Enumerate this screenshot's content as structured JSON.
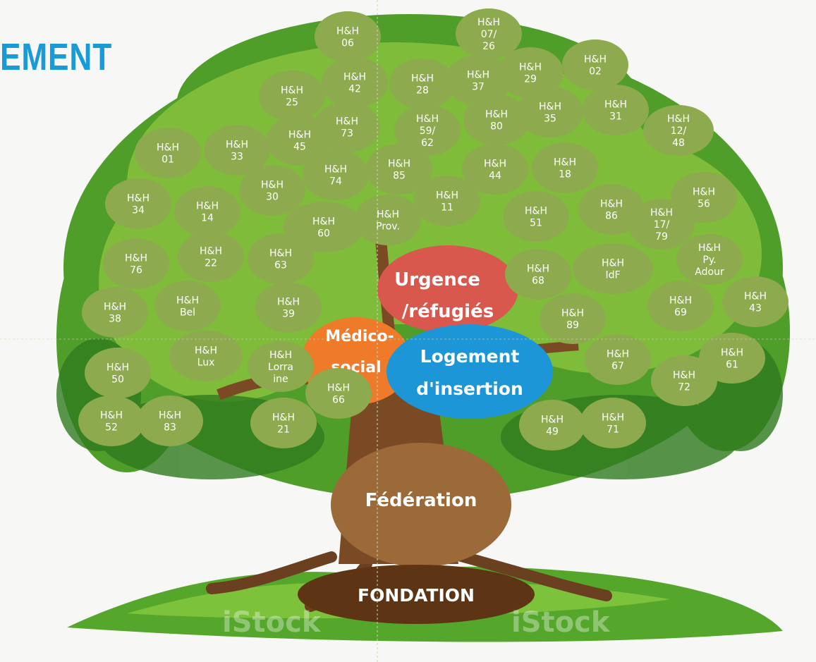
{
  "header": {
    "title": "EMENT"
  },
  "colors": {
    "title": "#1a9ad6",
    "node": "#8dab4e",
    "node_text": "#ffffff",
    "urgence": "#d8584e",
    "medico": "#ee7a2a",
    "logement": "#1d96d8",
    "federation": "#9c6a38",
    "fondation": "#5e3514"
  },
  "core": {
    "urgence": [
      "Urgence",
      "/réfugiés"
    ],
    "medico": [
      "Médico-",
      "social"
    ],
    "logement": [
      "Logement",
      "d'insertion"
    ],
    "federation": "Fédération",
    "fondation": "FONDATION"
  },
  "watermark": "iStock",
  "nodes": [
    [
      "H&H",
      "06"
    ],
    [
      "H&H",
      "07/",
      "26"
    ],
    [
      "H&H",
      "42"
    ],
    [
      "H&H",
      "28"
    ],
    [
      "H&H",
      "37"
    ],
    [
      "H&H",
      "29"
    ],
    [
      "H&H",
      "02"
    ],
    [
      "H&H",
      "25"
    ],
    [
      "H&H",
      "73"
    ],
    [
      "H&H",
      "59/",
      "62"
    ],
    [
      "H&H",
      "80"
    ],
    [
      "H&H",
      "35"
    ],
    [
      "H&H",
      "31"
    ],
    [
      "H&H",
      "12/",
      "48"
    ],
    [
      "H&H",
      "01"
    ],
    [
      "H&H",
      "33"
    ],
    [
      "H&H",
      "45"
    ],
    [
      "H&H",
      "74"
    ],
    [
      "H&H",
      "85"
    ],
    [
      "H&H",
      "44"
    ],
    [
      "H&H",
      "18"
    ],
    [
      "H&H",
      "34"
    ],
    [
      "H&H",
      "14"
    ],
    [
      "H&H",
      "30"
    ],
    [
      "H&H",
      "60"
    ],
    [
      "H&H",
      "Prov."
    ],
    [
      "H&H",
      "11"
    ],
    [
      "H&H",
      "51"
    ],
    [
      "H&H",
      "86"
    ],
    [
      "H&H",
      "56"
    ],
    [
      "H&H",
      "17/",
      "79"
    ],
    [
      "H&H",
      "76"
    ],
    [
      "H&H",
      "22"
    ],
    [
      "H&H",
      "63"
    ],
    [
      "H&H",
      "68"
    ],
    [
      "H&H",
      "IdF"
    ],
    [
      "H&H",
      "Py.",
      "Adour"
    ],
    [
      "H&H",
      "38"
    ],
    [
      "H&H",
      "Bel"
    ],
    [
      "H&H",
      "39"
    ],
    [
      "H&H",
      "69"
    ],
    [
      "H&H",
      "43"
    ],
    [
      "H&H",
      "89"
    ],
    [
      "H&H",
      "50"
    ],
    [
      "H&H",
      "Lux"
    ],
    [
      "H&H",
      "Lorra",
      "ine"
    ],
    [
      "H&H",
      "66"
    ],
    [
      "H&H",
      "67"
    ],
    [
      "H&H",
      "61"
    ],
    [
      "H&H",
      "72"
    ],
    [
      "H&H",
      "52"
    ],
    [
      "H&H",
      "83"
    ],
    [
      "H&H",
      "21"
    ],
    [
      "H&H",
      "49"
    ],
    [
      "H&H",
      "71"
    ],
    [
      "H&H",
      "11"
    ]
  ]
}
